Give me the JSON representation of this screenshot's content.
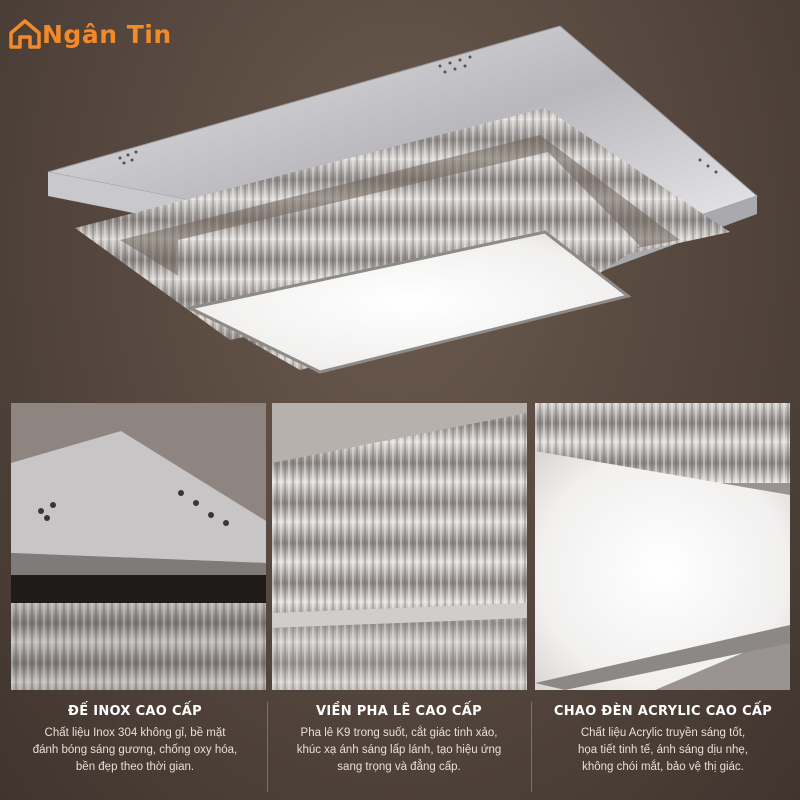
{
  "brand": {
    "name_part1": "Ngân",
    "name_part2": "Tin",
    "accent": "#f28a2a"
  },
  "features": [
    {
      "title": "ĐẾ INOX CAO CẤP",
      "lines": [
        "Chất liệu Inox 304 không gỉ, bề mặt",
        "đánh bóng sáng gương, chống oxy hóa,",
        "bền đẹp theo thời gian."
      ]
    },
    {
      "title": "VIỀN PHA LÊ CAO CẤP",
      "lines": [
        "Pha lê K9 trong suốt, cắt giác tinh xảo,",
        "khúc xạ ánh sáng lấp lánh, tạo hiệu ứng",
        "sang trọng và đẳng cấp."
      ]
    },
    {
      "title": "CHAO ĐÈN ACRYLIC CAO CẤP",
      "lines": [
        "Chất liệu Acrylic truyền sáng tốt,",
        "họa tiết tinh tế, ánh sáng dịu nhẹ,",
        "không chói mắt, bảo vệ thị giác."
      ]
    }
  ]
}
